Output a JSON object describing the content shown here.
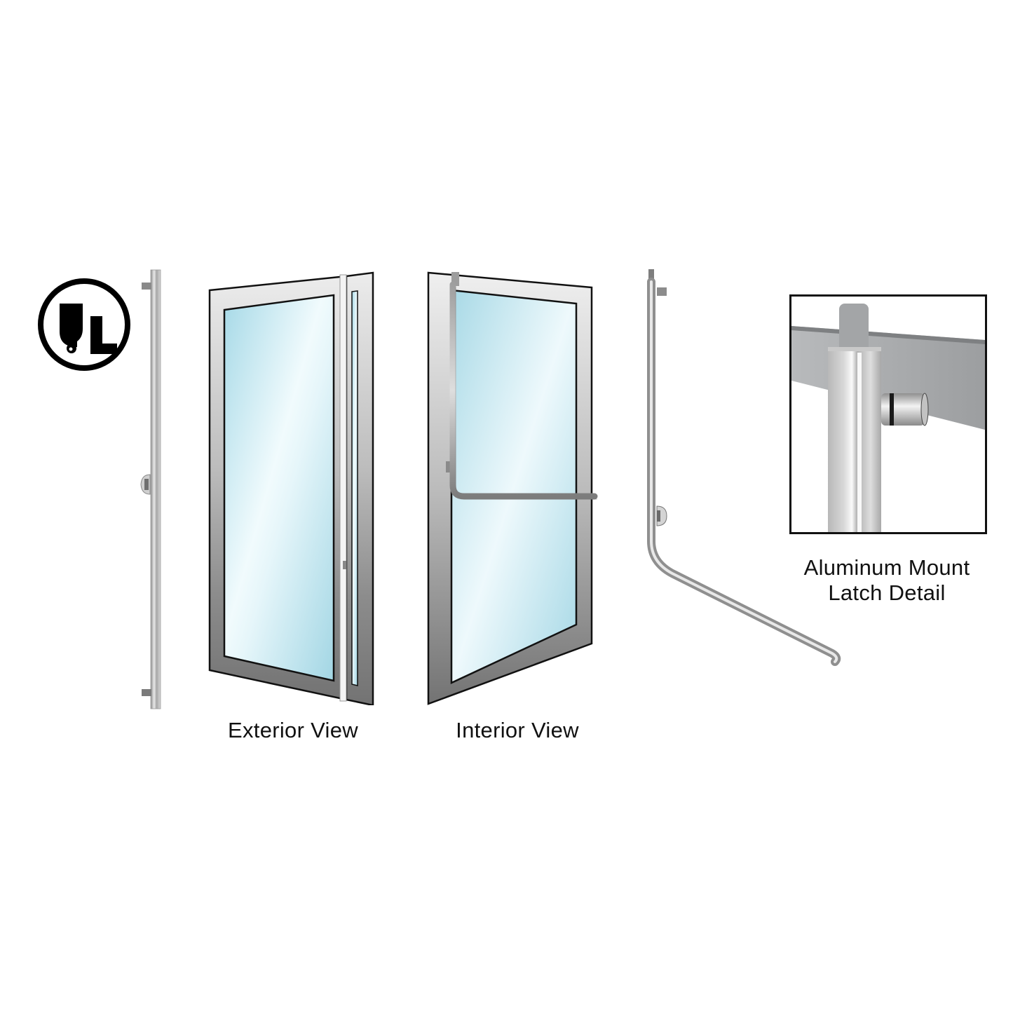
{
  "logo": {
    "text_u": "U",
    "text_l": "L",
    "icon": "ul-certification-logo"
  },
  "captions": {
    "exterior": "Exterior View",
    "interior": "Interior View",
    "detail_line1": "Aluminum Mount",
    "detail_line2": "Latch Detail"
  },
  "colors": {
    "glass_light": "#e6f6fb",
    "glass_dark": "#a9dbe8",
    "frame_light": "#e3e3e3",
    "frame_dark": "#7b7b7b",
    "outline": "#1a1a1a",
    "steel": "#b9b9b9",
    "panel_gray": "#a7a9ab"
  }
}
